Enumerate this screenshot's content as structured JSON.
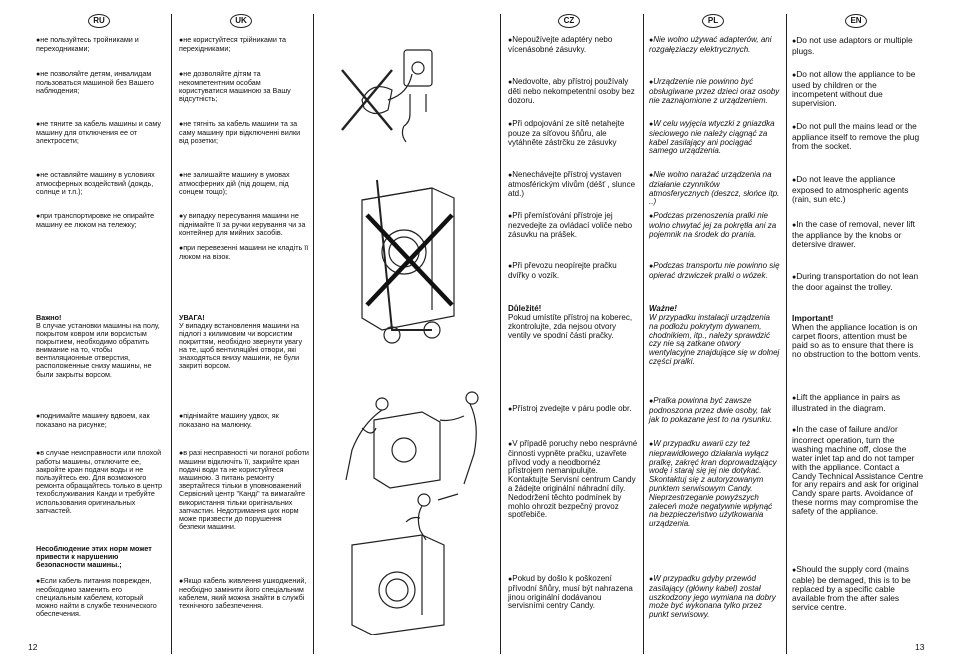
{
  "pages": {
    "left": "12",
    "right": "13"
  },
  "flags": {
    "ru": "RU",
    "uk": "UK",
    "cz": "CZ",
    "pl": "PL",
    "en": "EN"
  },
  "ru": [
    "не пользуйтесь тройниками и переходниками;",
    "не позволяйте детям, инвалидам пользоваться машиной без Вашего наблюдения;",
    "не тяните за кабель машины и саму машину для отключения ее от электросети;",
    "не оставляйте машину в условиях атмосферных воздействий (дождь, солнце и т.п.);",
    "при транспортировке не опирайте машину ее люком на тележку;",
    "Важно!",
    "В случае установки машины на полу, покрытом ковром или ворсистым покрытием, необходимо обратить внимание на то, чтобы вентиляционные отверстия, расположенные снизу машины, не были закрыты ворсом.",
    "поднимайте машину вдвоем, как показано на рисунке;",
    "в случае неисправности или плохой работы машины, отключите ее, закройте кран подачи воды и не пользуйтесь ею. Для возможного ремонта обращайтесь только в центр техобслуживания Канди и требуйте использования оригинальных запчастей.",
    "Несоблюдение этих норм может привести к нарушению безопасности машины.;",
    "Если кабель питания поврежден, необходимо заменить его специальным кабелем, который можно найти в службе технического обеспечения."
  ],
  "uk": [
    "не користуйтеся трійниками та перехідниками;",
    "не дозволяйте дітям та некомпетентним особам користуватися машиною за Вашу відсутність;",
    "не тягніть за кабель машини та за саму машину при відключенні вилки від розетки;",
    "не залишайте машину в умовах атмосферних дій (під дощем, під сонцем тощо);",
    "у випадку пересування машини не піднімайте її за ручки керування чи за контейнер для мийних засобів.",
    "при перевезенні машини не кладіть її люком на візок.",
    "УВАГА!",
    "У випадку встановлення машини на підлогі з килимовим чи ворсистим покриттям, необхідно звернути увагу на те, щоб вентиляційні отвори, які знаходяться внизу машини, не були закриті ворсом.",
    "піднімайте машину удвох, як показано на малюнку.",
    "в разі несправності чи поганої роботи машини відключіть її, закрийте кран подачі води та не користуйтеся машиною. З питань ремонту звертайтеся тільки в уповноважений Сервісний центр \"Канді\" та вимагайте використання тільки оригінальних запчастин. Недотримання цих норм може призвести до порушення безпеки машини.",
    "Якщо кабель живлення ушкоджений, необхідно замінити його спеціальним кабелем, який можна знайти в службі технічного забезпечення."
  ],
  "cz": [
    "Nepoužívejte adaptéry nebo vícenásobné zásuvky.",
    "Nedovolte, aby přístroj používaly děti nebo nekompetentní osoby bez dozoru.",
    "Při odpojování ze sítě netahejte pouze za síťovou šňůru, ale vytáhněte zástrčku ze zásuvky",
    "Nenechávejte přístroj vystaven atmosférickým vlivům (déšť , slunce atd.)",
    "Při přemísťování přístroje jej nezvedejte za ovládací voliče nebo zásuvku na prášek.",
    "Při převozu neopírejte pračku dvířky o vozík.",
    "Důležité!",
    "Pokud umístíte přístroj na koberec, zkontrolujte, zda nejsou otvory ventily ve spodní části pračky.",
    "Přístroj zvedejte v páru podle obr.",
    "V případě poruchy nebo nesprávné činnosti vypněte pračku, uzavřete přívod vody a neodbornéz přístrojem nemanipulujte. Kontaktujte Servisní centrum Candy a žádejte originální náhradní díly. Nedodržení těchto podmínek by mohlo ohrozit bezpečný provoz spotřebiče.",
    "Pokud by došlo k poškození přívodní šňůry, musí být nahrazena jinou originální dodávanou servisními centry Candy."
  ],
  "pl": [
    "Nie wolno używać adapterów, ani rozgałęziaczy elektrycznych.",
    "Urządzenie nie powinno być obsługiwane przez dzieci oraz osoby nie zaznajomione z urządzeniem.",
    "W celu wyjęcia wtyczki z gniazdka sieciowego nie należy ciągnąć za kabel zasilający ani pociągać samego urządzenia.",
    "Nie wolno narażać urządzenia na działanie czynników atmosferycznych (deszcz, słońce itp. ..)",
    "Podczas przenoszenia pralki nie wolno chwytać jej za pokrętła ani za pojemnik na środek do prania.",
    "Podczas transportu nie powinno się opierać drzwiczek pralki o wózek.",
    "Ważne!",
    "W przypadku instalacji urządzenia na podłożu pokrytym dywanem, chodnikiem, itp., należy sprawdzić czy nie są zatkane otwory wentylacyjne znajdujące się w dolnej części pralki.",
    "Pralka powinna być zawsze podnoszona przez dwie osoby, tak jak to pokazane jest to na rysunku.",
    "W przypadku awarii czy też nieprawidłowego działania wyłącz pralkę, zakręć kran doprowadzający wodę i staraj się jej nie dotykać. Skontaktuj się z autoryzowanym punktem serwisowym Candy. Nieprzestrzeganie powyższych zaleceń może negatywnie wpłynąć na bezpieczeństwo użytkowania urządzenia.",
    "W przypadku gdyby przewód zasilający (główny kabel) został uszkodzony jego wymiana na dobry może być wykonana tylko przez punkt serwisowy."
  ],
  "en": [
    "Do not use adaptors or multiple plugs.",
    "Do not allow the appliance to be used by children or the incompetent without due supervision.",
    "Do not pull the mains lead or the appliance itself to remove the plug from the socket.",
    "Do not leave the appliance exposed to atmospheric agents (rain, sun etc.)",
    "In the case of removal, never lift the appliance by the knobs or detersive drawer.",
    "During transportation do not lean the door against the trolley.",
    "Important!",
    "When the appliance location is on carpet floors, attention must be paid so as to ensure that there is no obstruction to the bottom vents.",
    "Lift the appliance in pairs as illustrated in the diagram.",
    "In the case of failure and/or incorrect operation, turn the washing machine off, close the water inlet tap and do not tamper with the appliance. Contact a Candy Technical Assistance Centre for any repairs and ask for original Candy spare parts. Avoidance of these norms may compromise the safety of the appliance.",
    "Should the supply cord (mains cable) be demaged, this is to be replaced by a specific cable available from the after sales service centre."
  ]
}
